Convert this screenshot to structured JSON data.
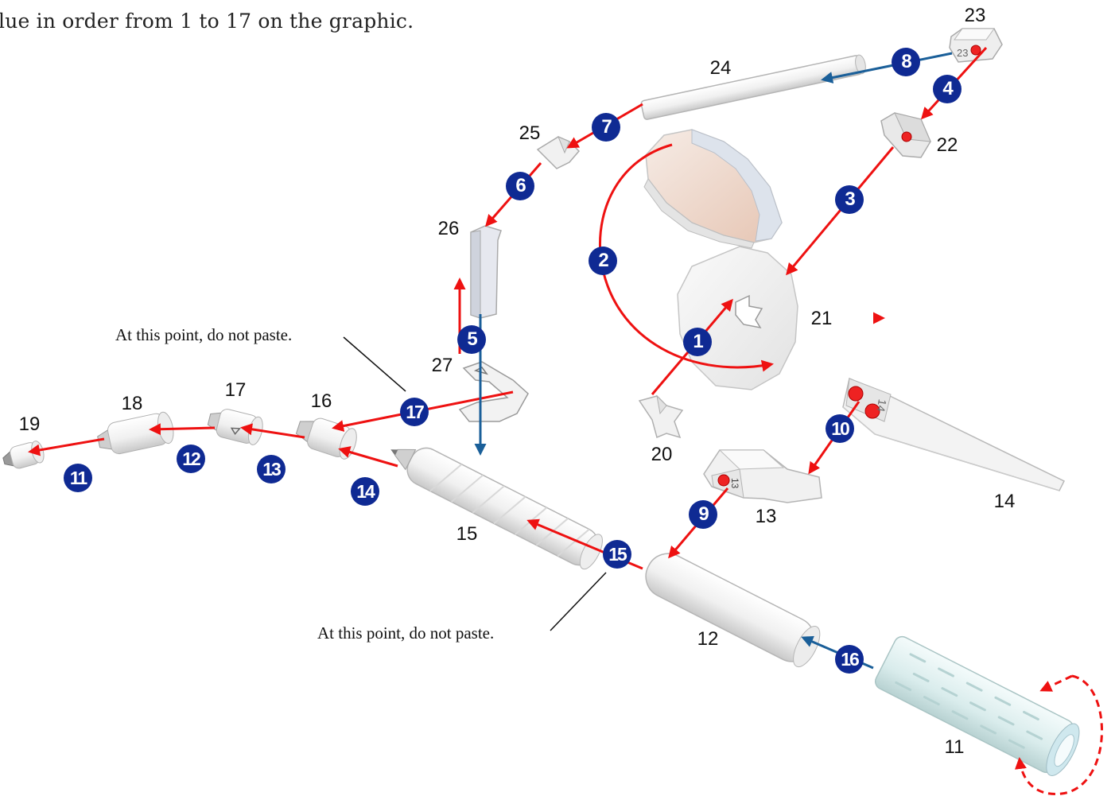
{
  "intro_text": "lue in order from 1 to 17 on the graphic.",
  "notes": {
    "top": "At this point, do not paste.",
    "bottom": "At this point, do not paste."
  },
  "part_numbers": [
    "11",
    "12",
    "13",
    "14",
    "15",
    "16",
    "17",
    "18",
    "19",
    "20",
    "21",
    "22",
    "23",
    "24",
    "25",
    "26",
    "27"
  ],
  "step_numbers": [
    "1",
    "2",
    "3",
    "4",
    "5",
    "6",
    "7",
    "8",
    "9",
    "10",
    "11",
    "12",
    "13",
    "14",
    "15",
    "16",
    "17"
  ],
  "part_markings": {
    "part_23": "23",
    "part_14": "14",
    "part_13": "13"
  },
  "colors": {
    "step_badge": "#0f2a93",
    "red_arrow": "#ee1111",
    "blue_arrow": "#1a5f99",
    "part_body": "#f2f2f2",
    "disc_inner": "#efd3c4",
    "grip_tube": "#dff0f0"
  },
  "icons": [
    "red-arrow-icon",
    "blue-arrow-icon",
    "red-dot-glue-icon",
    "dashed-rotate-arrow-icon",
    "leader-line"
  ]
}
